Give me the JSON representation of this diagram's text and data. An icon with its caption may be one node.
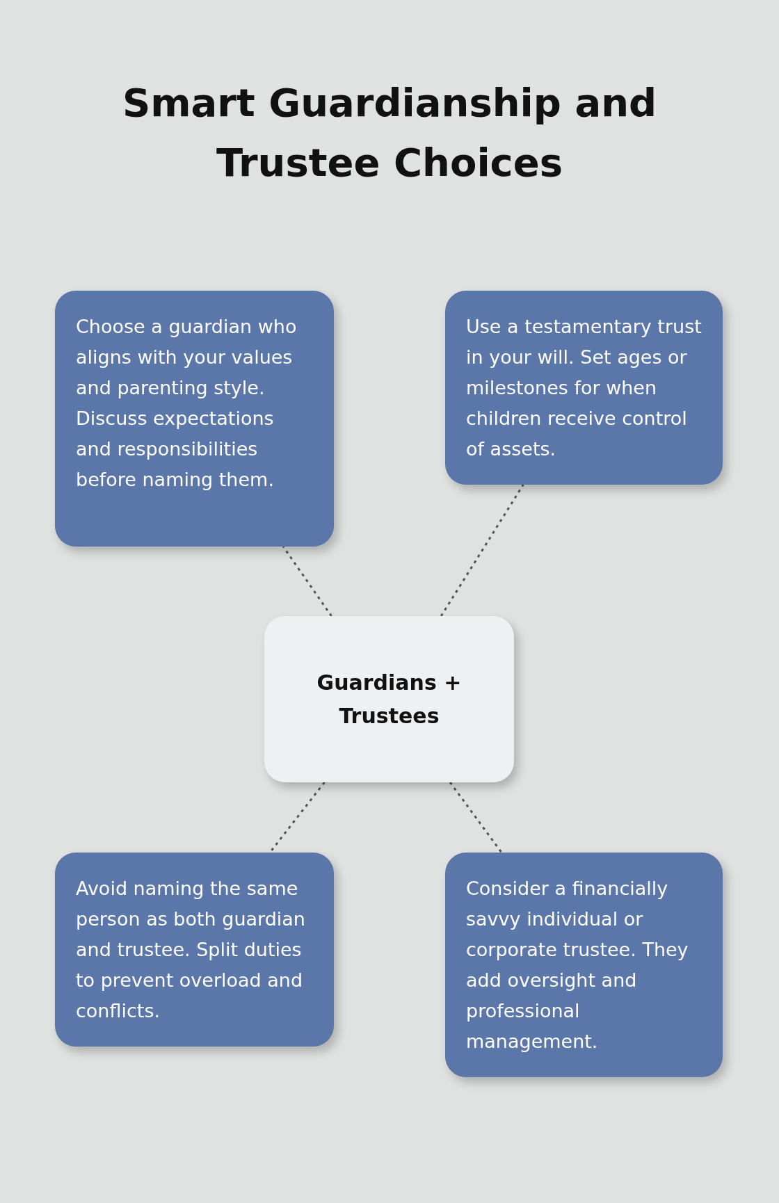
{
  "diagram": {
    "title": "Smart Guardianship and Trustee Choices",
    "nodes": [
      {
        "text": [
          "Choose a guardian who aligns with your values and parenting style. Discuss expectations and responsibilities before naming them."
        ]
      },
      {
        "text": [
          "Use a testamentary trust in your will. Set ages or milestones for when children receive control of assets."
        ]
      },
      {
        "text": [
          "Guardians + Trustees"
        ]
      },
      {
        "text": [
          "Avoid naming the same person as both guardian and trustee. Split duties to prevent overload and conflicts."
        ]
      },
      {
        "text": [
          "Consider a financially savvy individual or corporate trustee. They add oversight and professional management."
        ]
      }
    ],
    "edges": [
      {
        "from": 2,
        "to": 0,
        "arrow": "none",
        "style": "dashed"
      },
      {
        "from": 2,
        "to": 1,
        "arrow": "none",
        "style": "dashed"
      },
      {
        "from": 2,
        "to": 3,
        "arrow": "none",
        "style": "dashed"
      },
      {
        "from": 2,
        "to": 4,
        "arrow": "none",
        "style": "dashed"
      }
    ]
  }
}
